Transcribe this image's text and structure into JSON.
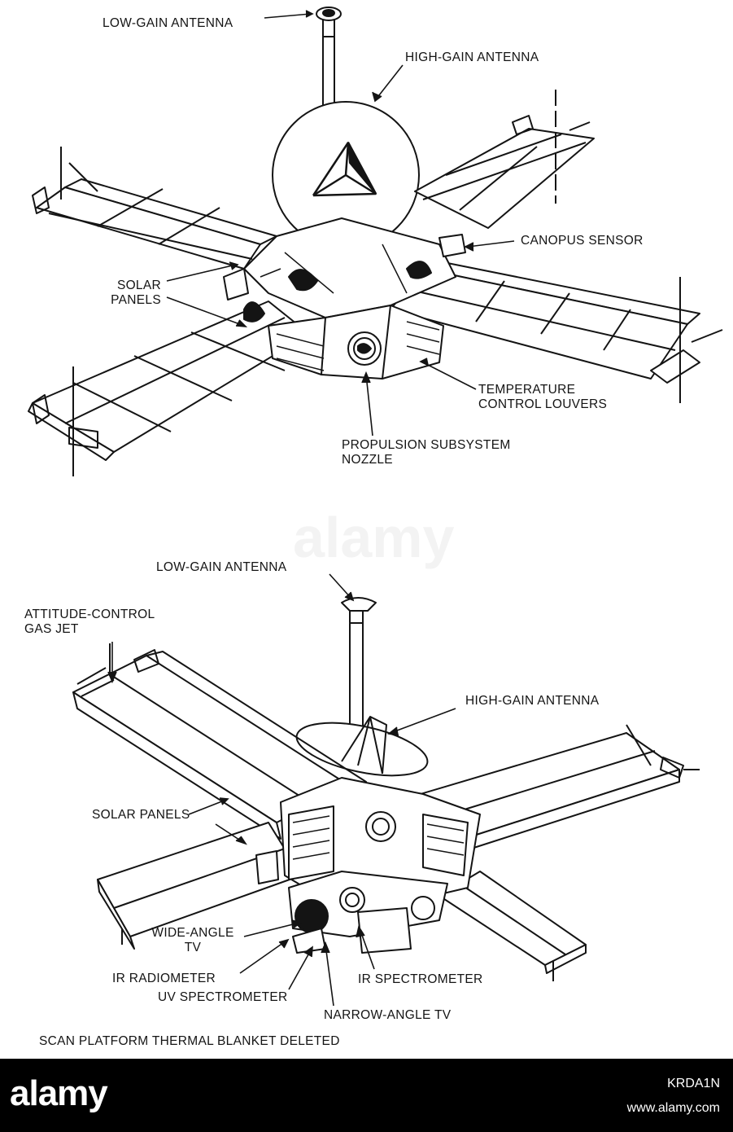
{
  "diagram_top": {
    "labels": {
      "low_gain_antenna": "LOW-GAIN ANTENNA",
      "high_gain_antenna": "HIGH-GAIN ANTENNA",
      "canopus_sensor": "CANOPUS SENSOR",
      "solar_panels": [
        "SOLAR",
        "PANELS"
      ],
      "temperature_control_louvers": [
        "TEMPERATURE",
        "CONTROL LOUVERS"
      ],
      "propulsion_subsystem_nozzle": [
        "PROPULSION SUBSYSTEM",
        "NOZZLE"
      ]
    }
  },
  "diagram_bottom": {
    "labels": {
      "low_gain_antenna": "LOW-GAIN ANTENNA",
      "attitude_control_gas_jet": [
        "ATTITUDE-CONTROL",
        "GAS JET"
      ],
      "high_gain_antenna": "HIGH-GAIN ANTENNA",
      "solar_panels": "SOLAR PANELS",
      "wide_angle_tv": [
        "WIDE-ANGLE",
        "TV"
      ],
      "ir_radiometer": "IR RADIOMETER",
      "uv_spectrometer": "UV SPECTROMETER",
      "ir_spectrometer": "IR SPECTROMETER",
      "narrow_angle_tv": "NARROW-ANGLE TV",
      "caption": "SCAN PLATFORM THERMAL BLANKET DELETED"
    }
  },
  "footer": {
    "brand": "alamy",
    "image_id": "KRDA1N",
    "url": "www.alamy.com"
  },
  "watermark": "alamy",
  "colors": {
    "ink": "#141414",
    "footer_bg": "#000000",
    "footer_text": "#ffffff"
  }
}
